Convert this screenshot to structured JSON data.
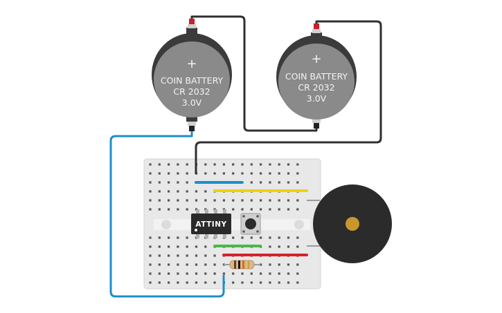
{
  "circuit": {
    "battery_1": {
      "label_line1": "COIN BATTERY",
      "label_line2": "CR 2032",
      "label_line3": "3.0V",
      "plus": "+"
    },
    "battery_2": {
      "label_line1": "COIN BATTERY",
      "label_line2": "CR 2032",
      "label_line3": "3.0V",
      "plus": "+"
    },
    "chip": {
      "label": "ATTINY"
    }
  },
  "colors": {
    "wire_black": "#2f2f2f",
    "wire_blue": "#1a8fc9",
    "wire_yellow": "#f2d200",
    "wire_green": "#4cb848",
    "wire_red": "#d9202b",
    "battery_body": "#3b3b3b",
    "battery_face": "#8a8a8a",
    "breadboard": "#e6e6e6",
    "buzzer_body": "#2b2b2b",
    "buzzer_center": "#c9962e"
  }
}
